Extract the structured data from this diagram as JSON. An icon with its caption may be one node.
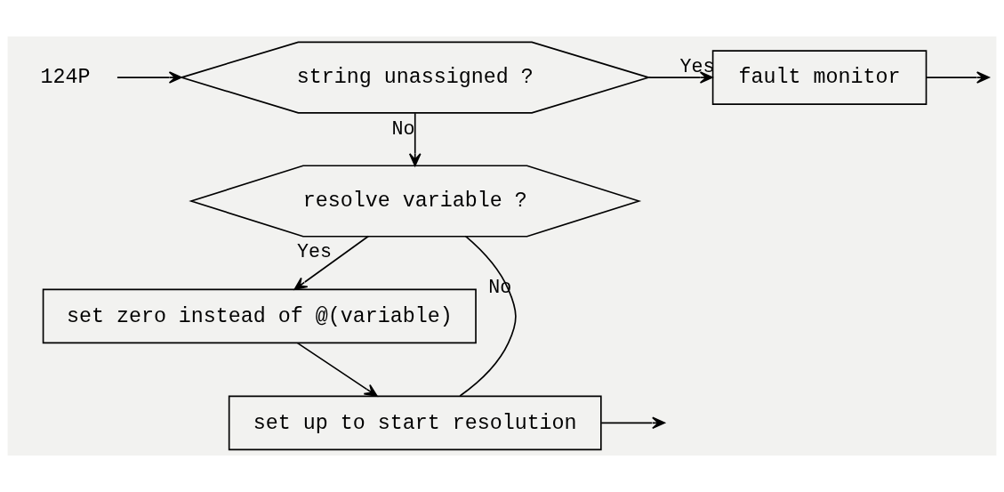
{
  "diagram": {
    "nodes": [
      {
        "text": [
          "124P"
        ]
      },
      {
        "text": [
          "string unassigned ?"
        ]
      },
      {
        "text": [
          "fault monitor"
        ]
      },
      {
        "text": [
          "resolve variable ?"
        ]
      },
      {
        "text": [
          "set zero instead of @(variable)"
        ]
      },
      {
        "text": [
          "set up to start resolution"
        ]
      }
    ],
    "edges": [
      {
        "from": 0,
        "to": 1,
        "arrow": "to"
      },
      {
        "from": 1,
        "to": 2,
        "arrow": "to",
        "label": "Yes"
      },
      {
        "from": 2,
        "to": null,
        "arrow": "to"
      },
      {
        "from": 1,
        "to": 3,
        "arrow": "to",
        "label": "No"
      },
      {
        "from": 3,
        "to": 4,
        "arrow": "to",
        "label": "Yes"
      },
      {
        "from": 3,
        "to": 5,
        "arrow": "none",
        "label": "No"
      },
      {
        "from": 4,
        "to": 5,
        "arrow": "to"
      },
      {
        "from": 5,
        "to": null,
        "arrow": "to"
      }
    ]
  }
}
